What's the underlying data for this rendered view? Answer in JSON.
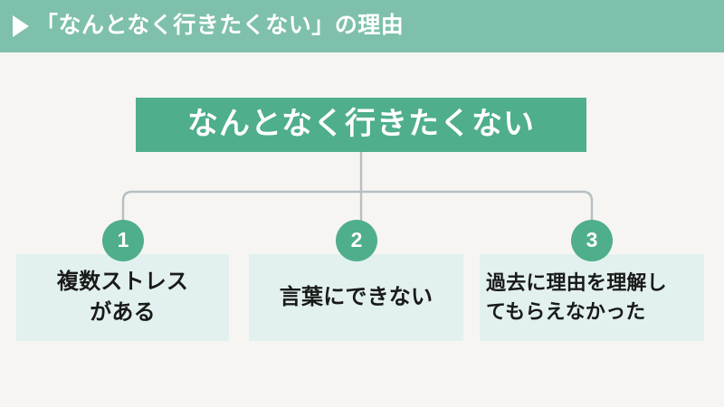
{
  "header": {
    "marker_icon": "play-triangle-icon",
    "title": "「なんとなく行きたくない」の理由"
  },
  "diagram": {
    "root": {
      "label": "なんとなく行きたくない"
    },
    "branches": [
      {
        "number": "1",
        "label": "複数ストレス\nがある"
      },
      {
        "number": "2",
        "label": "言葉にできない"
      },
      {
        "number": "3",
        "label": "過去に理由を理解し\nてもらえなかった"
      }
    ]
  },
  "colors": {
    "header_band": "#7ec0ab",
    "accent_green": "#4fae8b",
    "branch_box_bg": "#e2f1ef",
    "page_bg": "#f7f5f2",
    "connector_line": "#b6bfc2",
    "text_light": "#ffffff",
    "text_dark": "#1a1a1a"
  }
}
